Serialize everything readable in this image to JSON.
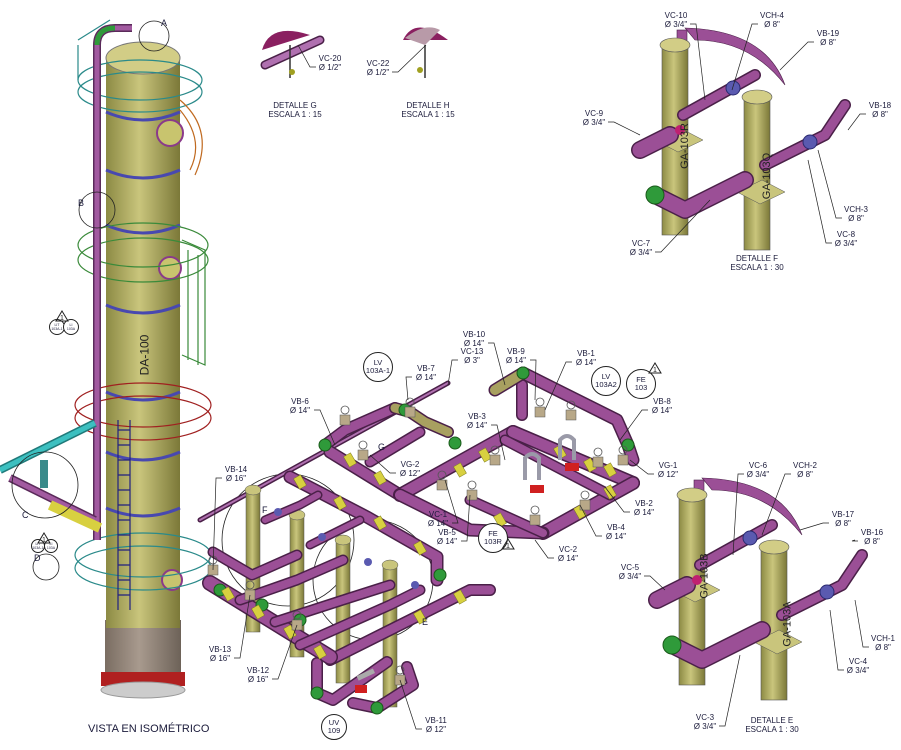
{
  "title": "VISTA EN ISOMÉTRICO",
  "equipment": {
    "tower": "DA-100",
    "pumps": [
      "GA-103R",
      "GA-103Q",
      "GA-103B",
      "GA-103A"
    ]
  },
  "callouts": [
    {
      "tag": "VC-13",
      "size": "Ø 3\""
    },
    {
      "tag": "VB-7",
      "size": "Ø 14\""
    },
    {
      "tag": "VB-10",
      "size": "Ø 14\""
    },
    {
      "tag": "VB-9",
      "size": "Ø 14\""
    },
    {
      "tag": "VB-1",
      "size": "Ø 14\""
    },
    {
      "tag": "VB-8",
      "size": "Ø 14\""
    },
    {
      "tag": "VB-6",
      "size": "Ø 14\""
    },
    {
      "tag": "VB-3",
      "size": "Ø 14\""
    },
    {
      "tag": "VG-2",
      "size": "Ø 12\""
    },
    {
      "tag": "VG-1",
      "size": "Ø 12\""
    },
    {
      "tag": "VC-1",
      "size": "Ø 14\""
    },
    {
      "tag": "VB-2",
      "size": "Ø 14\""
    },
    {
      "tag": "VB-4",
      "size": "Ø 14\""
    },
    {
      "tag": "VB-5",
      "size": "Ø 14\""
    },
    {
      "tag": "VC-2",
      "size": "Ø 14\""
    },
    {
      "tag": "VB-14",
      "size": "Ø 16\""
    },
    {
      "tag": "VB-13",
      "size": "Ø 16\""
    },
    {
      "tag": "VB-12",
      "size": "Ø 16\""
    },
    {
      "tag": "VB-11",
      "size": "Ø 12\""
    },
    {
      "tag": "VC-20",
      "size": "Ø 1/2\""
    },
    {
      "tag": "VC-22",
      "size": "Ø 1/2\""
    },
    {
      "tag": "VC-10",
      "size": "Ø 3/4\""
    },
    {
      "tag": "VCH-4",
      "size": "Ø 8\""
    },
    {
      "tag": "VB-19",
      "size": "Ø 8\""
    },
    {
      "tag": "VB-18",
      "size": "Ø 8\""
    },
    {
      "tag": "VC-9",
      "size": "Ø 3/4\""
    },
    {
      "tag": "VCH-3",
      "size": "Ø 8\""
    },
    {
      "tag": "VC-8",
      "size": "Ø 3/4\""
    },
    {
      "tag": "VC-7",
      "size": "Ø 3/4\""
    },
    {
      "tag": "VC-6",
      "size": "Ø 3/4\""
    },
    {
      "tag": "VCH-2",
      "size": "Ø 8\""
    },
    {
      "tag": "VB-17",
      "size": "Ø 8\""
    },
    {
      "tag": "VB-16",
      "size": "Ø 8\""
    },
    {
      "tag": "VC-5",
      "size": "Ø 3/4\""
    },
    {
      "tag": "VCH-1",
      "size": "Ø 8\""
    },
    {
      "tag": "VC-4",
      "size": "Ø 3/4\""
    },
    {
      "tag": "VC-3",
      "size": "Ø 3/4\""
    }
  ],
  "instruments": [
    {
      "tag": "LV",
      "num": "103A-1"
    },
    {
      "tag": "LV",
      "num": "103A2"
    },
    {
      "tag": "FE",
      "num": "103"
    },
    {
      "tag": "FE",
      "num": "103R"
    },
    {
      "tag": "UV",
      "num": "109"
    },
    {
      "tag": "LIT",
      "num": "103A-1"
    },
    {
      "tag": "LI",
      "num": "103A"
    },
    {
      "tag": "LIT",
      "num": "103A-1"
    },
    {
      "tag": "LI",
      "num": "103A"
    }
  ],
  "details": [
    {
      "title": "DETALLE G",
      "scale": "ESCALA 1 : 15"
    },
    {
      "title": "DETALLE H",
      "scale": "ESCALA 1 : 15"
    },
    {
      "title": "DETALLE F",
      "scale": "ESCALA 1 : 30"
    },
    {
      "title": "DETALLE E",
      "scale": "ESCALA 1 : 30"
    }
  ],
  "markers": [
    "A",
    "B",
    "C",
    "D",
    "E",
    "F",
    "G"
  ],
  "revision_marks": [
    "1",
    "1",
    "1",
    "1"
  ],
  "colors": {
    "pipe": "#9b4f96",
    "elbow": "#2f9a3a",
    "flange": "#d8d040",
    "vessel": "#b5b067",
    "check_valve": "#5a5ab0",
    "instrument_pipe": "#3cc0c0"
  }
}
